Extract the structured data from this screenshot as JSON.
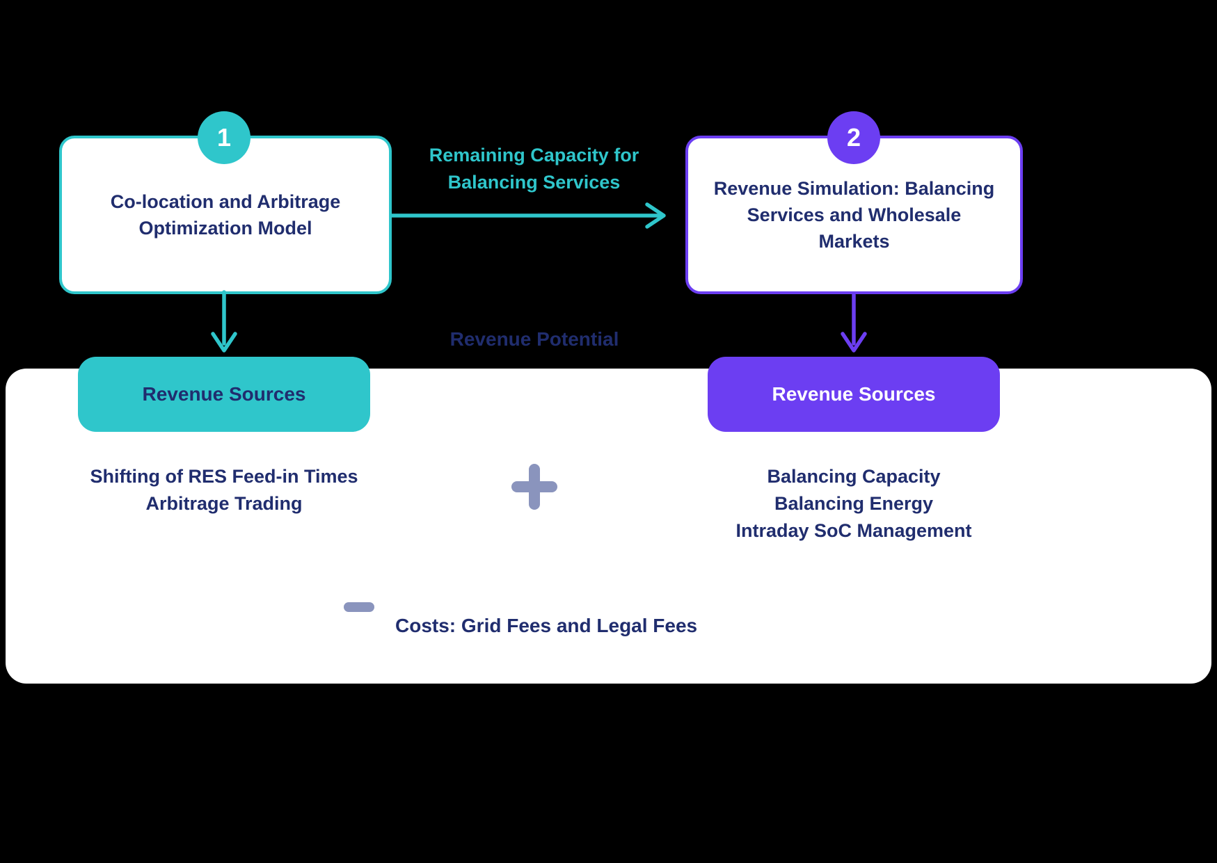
{
  "diagram": {
    "step1": {
      "badge": "1",
      "title": "Co-location and Arbitrage Optimization Model"
    },
    "step2": {
      "badge": "2",
      "title": "Revenue Simulation: Balancing Services and Wholesale Markets"
    },
    "flow_arrow_label": "Remaining Capacity for Balancing Services",
    "center_label": "Revenue Potential",
    "left": {
      "header": "Revenue Sources",
      "items": [
        "Shifting of RES Feed-in Times",
        "Arbitrage Trading"
      ]
    },
    "right": {
      "header": "Revenue Sources",
      "items": [
        "Balancing Capacity",
        "Balancing Energy",
        "Intraday SoC Management"
      ]
    },
    "costs_label": "Costs: Grid Fees and Legal Fees",
    "icons": {
      "plus": "plus-icon",
      "minus": "minus-icon",
      "flow_arrow": "arrow-right-icon",
      "down_arrow_left": "arrow-down-icon",
      "down_arrow_right": "arrow-down-icon"
    },
    "colors": {
      "teal": "#2fc6cb",
      "purple": "#6c3ef2",
      "navy": "#202d6e",
      "operator": "#8a94bd",
      "panel": "#ffffff",
      "background": "#000000"
    }
  }
}
